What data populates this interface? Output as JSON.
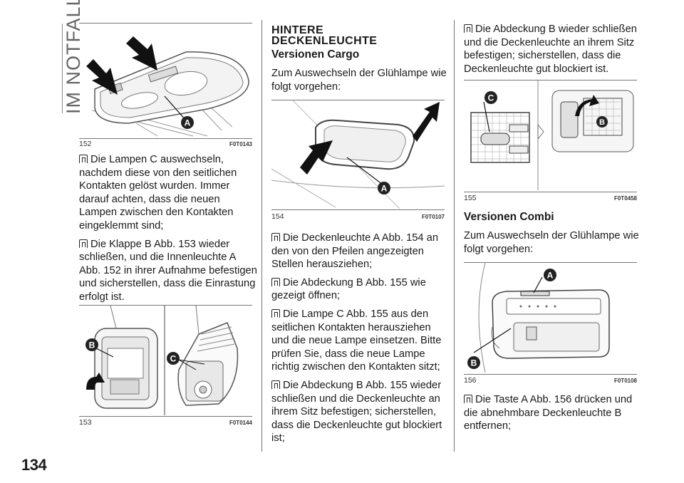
{
  "section_title": "IM NOTFALL",
  "page_number": "134",
  "figures": {
    "f152": {
      "number": "152",
      "code": "F0T0143",
      "callout_a": "A"
    },
    "f153": {
      "number": "153",
      "code": "F0T0144",
      "callout_b": "B",
      "callout_c": "C"
    },
    "f154": {
      "number": "154",
      "code": "F0T0107",
      "callout_a": "A"
    },
    "f155": {
      "number": "155",
      "code": "F0T0458",
      "callout_b": "B",
      "callout_c": "C"
    },
    "f156": {
      "number": "156",
      "code": "F0T0108",
      "callout_a": "A",
      "callout_b": "B"
    }
  },
  "col1": {
    "p1": "Die Lampen C auswechseln, nachdem diese von den seitlichen Kontakten gelöst wurden. Immer darauf achten, dass die neuen Lampen zwischen den Kontakten eingeklemmt sind;",
    "p2": "Die Klappe B Abb. 153 wieder schließen, und die Innenleuchte A Abb. 152 in ihrer Aufnahme befestigen und sicherstellen, dass die Einrastung erfolgt ist."
  },
  "col2": {
    "heading_line1": "HINTERE",
    "heading_line2": "DECKENLEUCHTE",
    "subheading": "Versionen Cargo",
    "intro": "Zum Auswechseln der Glühlampe wie folgt vorgehen:",
    "p1": "Die Deckenleuchte A Abb. 154 an den von den Pfeilen angezeigten Stellen herausziehen;",
    "p2": "Die Abdeckung B Abb. 155 wie gezeigt öffnen;",
    "p3": "Die Lampe C Abb. 155 aus den seitlichen Kontakten herausziehen und die neue Lampe einsetzen. Bitte prüfen Sie, dass die neue Lampe richtig zwischen den Kontakten sitzt;",
    "p4": "Die Abdeckung B Abb. 155 wieder schließen und die Deckenleuchte an ihrem Sitz befestigen; sicherstellen, dass die Deckenleuchte gut blockiert ist;"
  },
  "col3": {
    "p1": "Die Abdeckung B wieder schließen und die Deckenleuchte an ihrem Sitz befestigen; sicherstellen, dass die Deckenleuchte gut blockiert ist.",
    "subheading": "Versionen Combi",
    "intro": "Zum Auswechseln der Glühlampe wie folgt vorgehen:",
    "p2": "Die Taste A Abb. 156 drücken und die abnehmbare Deckenleuchte B entfernen;"
  }
}
